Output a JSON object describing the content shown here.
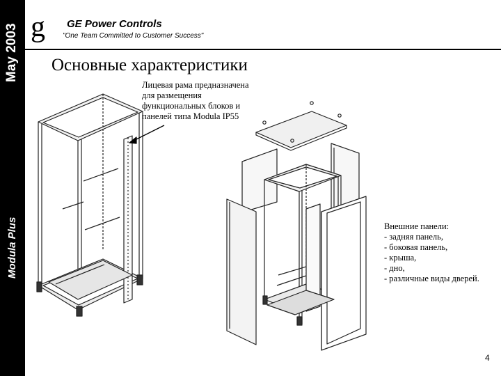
{
  "sidebar": {
    "date": "May 2003",
    "product": "Modula Plus"
  },
  "header": {
    "logo": "g",
    "company": "GE Power Controls",
    "slogan": "\"One Team Committed to Customer Success\""
  },
  "title": "Основные характеристики",
  "description": [
    "Лицевая рама предназначена",
    "для размещения",
    "функциональных блоков и",
    "панелей типа Modula IP55"
  ],
  "panels": {
    "heading": "Внешние панели:",
    "items": [
      "- задняя панель,",
      "- боковая панель,",
      "- крыша,",
      "- дно,",
      "- различные виды дверей."
    ]
  },
  "page_number": "4",
  "colors": {
    "band": "#000000",
    "background": "#ffffff",
    "line": "#222222"
  }
}
